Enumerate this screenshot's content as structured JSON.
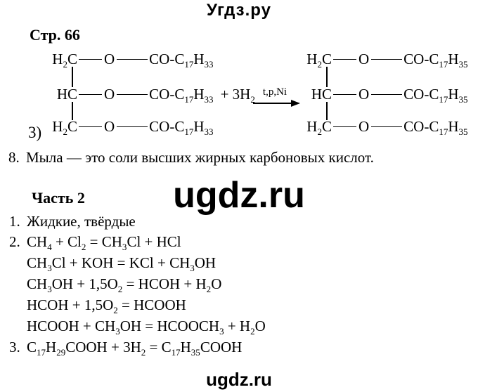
{
  "header": {
    "site_title": "Угдз.ру"
  },
  "page": {
    "heading": "Стр. 66",
    "watermark_center": "ugdz.ru",
    "watermark_bottom": "ugdz.ru"
  },
  "reaction_diagram": {
    "item_number": "3)",
    "arrow_label": "t,p,Ni",
    "left_molecule": {
      "rows": [
        {
          "group": "H~2~C",
          "o": "O",
          "ester": "CO-C~17~H~33~"
        },
        {
          "group": "HC",
          "o": "O",
          "ester": "CO-C~17~H~33~",
          "suffix": "+ 3H~2~"
        },
        {
          "group": "H~2~C",
          "o": "O",
          "ester": "CO-C~17~H~33~"
        }
      ]
    },
    "right_molecule": {
      "rows": [
        {
          "group": "H~2~C",
          "o": "O",
          "ester": "CO-C~17~H~35~"
        },
        {
          "group": "HC",
          "o": "O",
          "ester": "CO-C~17~H~35~"
        },
        {
          "group": "H~2~C",
          "o": "O",
          "ester": "CO-C~17~H~35~"
        }
      ]
    }
  },
  "answers": {
    "item8": {
      "number": "8.",
      "text": "Мыла — это соли высших жирных карбоновых кислот."
    },
    "part2_heading": "Часть 2",
    "item1": {
      "number": "1.",
      "text": "Жидкие, твёрдые"
    },
    "item2": {
      "number": "2.",
      "equations": [
        "CH~4~ + Cl~2~ = CH~3~Cl + HCl",
        "CH~3~Cl + KOH = KCl + CH~3~OH",
        "CH~3~OH + 1,5O~2~ = HCOH + H~2~O",
        "HCOH + 1,5O~2~ = HCOOH",
        "HCOOH + CH~3~OH = HCOOCH~3~ + H~2~O"
      ]
    },
    "item3": {
      "number": "3.",
      "equation": "C~17~H~29~COOH + 3H~2~ = C~17~H~35~COOH"
    }
  }
}
